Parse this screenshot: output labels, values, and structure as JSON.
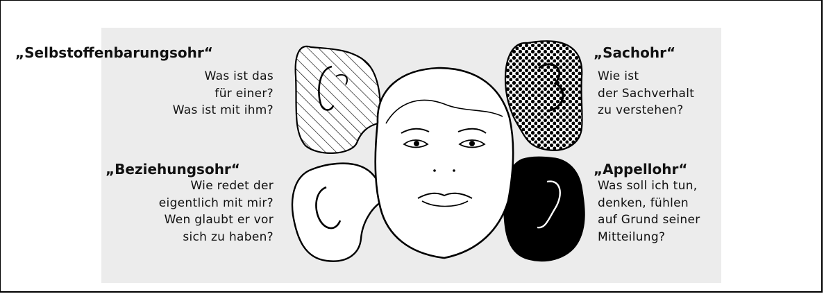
{
  "ears": {
    "self_revelation": {
      "title": "„Selbstoffenbarungsohr“",
      "lines": [
        "Was ist das",
        "für einer?",
        "Was ist mit ihm?"
      ]
    },
    "factual": {
      "title": "„Sachohr“",
      "lines": [
        "Wie ist",
        "der Sachverhalt",
        "zu verstehen?"
      ]
    },
    "relationship": {
      "title": "„Beziehungsohr“",
      "lines": [
        "Wie redet der",
        "eigentlich mit mir?",
        "Wen glaubt er vor",
        "sich zu haben?"
      ]
    },
    "appeal": {
      "title": "„Appellohr“",
      "lines": [
        "Was soll ich tun,",
        "denken, fühlen",
        "auf Grund seiner",
        "Mitteilung?"
      ]
    }
  },
  "colors": {
    "background": "#ffffff",
    "panel": "#ececec",
    "ink": "#000000",
    "appeal_ear_fill": "#000000"
  },
  "icons": {
    "face": "face-icon",
    "hatched_ear": "hatched-ear-icon",
    "dotted_ear": "dotted-ear-icon",
    "white_ear": "white-ear-icon",
    "black_ear": "black-ear-icon"
  }
}
